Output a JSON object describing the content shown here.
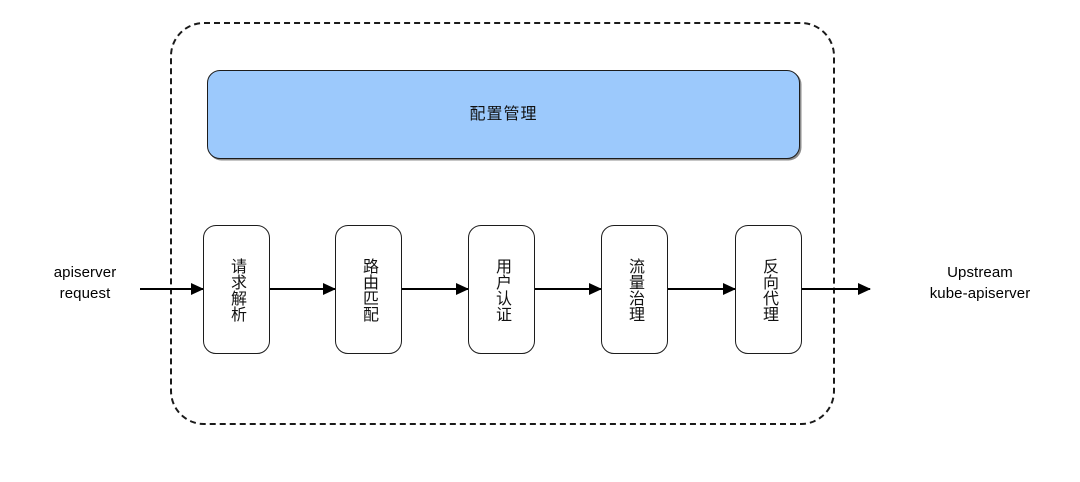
{
  "diagram": {
    "title": "apiserver gateway request pipeline",
    "accent_color": "#9cc9fc",
    "line_color": "#000000",
    "boundary_style": "dashed"
  },
  "labels": {
    "input": "apiserver\nrequest",
    "output": "Upstream\nkube-apiserver"
  },
  "config_box": {
    "label": "配置管理",
    "fill": "#9cc9fc"
  },
  "stages": [
    {
      "label": "请求解析"
    },
    {
      "label": "路由匹配"
    },
    {
      "label": "用户认证"
    },
    {
      "label": "流量治理"
    },
    {
      "label": "反向代理"
    }
  ],
  "arrows": [
    {
      "name": "arrow-input-to-stage-1"
    },
    {
      "name": "arrow-stage-1-to-stage-2"
    },
    {
      "name": "arrow-stage-2-to-stage-3"
    },
    {
      "name": "arrow-stage-3-to-stage-4"
    },
    {
      "name": "arrow-stage-4-to-stage-5"
    },
    {
      "name": "arrow-stage-5-to-output"
    }
  ]
}
